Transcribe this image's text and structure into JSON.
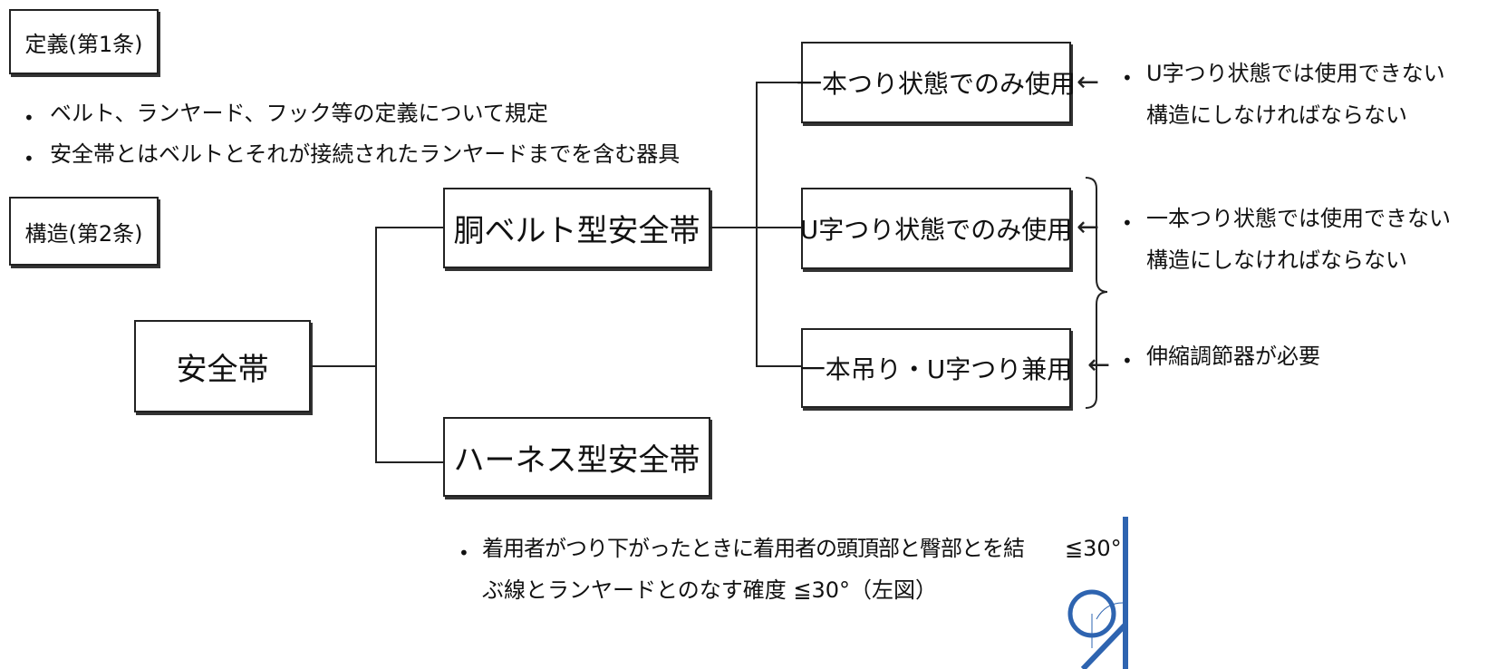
{
  "sections": {
    "definition": {
      "title": "定義(第1条)",
      "bullets": [
        "ベルト、ランヤード、フック等の定義について規定",
        "安全帯とはベルトとそれが接続されたランヤードまでを含む器具"
      ]
    },
    "structure": {
      "title": "構造(第2条)"
    }
  },
  "tree": {
    "root": "安全帯",
    "belt_type": "胴ベルト型安全帯",
    "harness_type": "ハーネス型安全帯",
    "belt_children": [
      "一本つり状態でのみ使用",
      "U字つり状態でのみ使用",
      "一本吊り・U字つり兼用"
    ]
  },
  "notes": {
    "arrow": "←",
    "bullet": "•",
    "note1": [
      "U字つり状態では使用できない",
      "構造にしなければならない"
    ],
    "note2": [
      "一本つり状態では使用できない",
      "構造にしなければならない"
    ],
    "note3": "伸縮調節器が必要"
  },
  "harness_note": {
    "lines": [
      "着用者がつり下がったときに着用者の頭頂部と臀部とを結",
      "ぶ線とランヤードとのなす確度 ≦30°（左図）"
    ],
    "figure_label": "≦30°"
  },
  "colors": {
    "figure_blue": "#2e64b0"
  }
}
